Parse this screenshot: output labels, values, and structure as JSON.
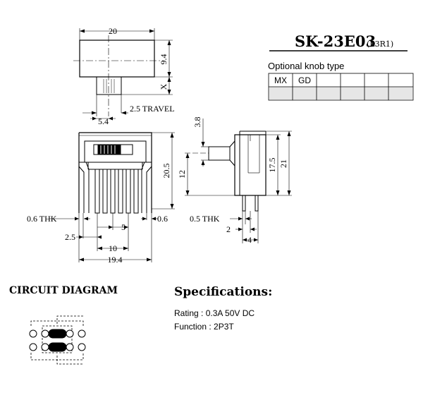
{
  "part": {
    "model": "SK-23E03",
    "variant": "(L3R1)"
  },
  "knob_table": {
    "title": "Optional knob type",
    "headers": [
      "MX",
      "GD",
      "",
      "",
      "",
      ""
    ],
    "row": [
      "",
      "",
      "",
      "",
      "",
      ""
    ]
  },
  "top_view": {
    "width": "20",
    "height": "9.4",
    "x_label": "X",
    "pitch": "5.4",
    "travel": "2.5 TRAVEL"
  },
  "front_view": {
    "height": "20.5",
    "thk_left": "0.6 THK",
    "thk_right": "0.6",
    "offset": "2.5",
    "pitch": "5",
    "span": "10",
    "overall": "19.4"
  },
  "side_view": {
    "knob": "3.8",
    "h12": "12",
    "h17_5": "17.5",
    "h21": "21",
    "thk": "0.5 THK",
    "pin_gap": "2",
    "pin_span": "4"
  },
  "circuit": {
    "title": "CIRCUIT DIAGRAM"
  },
  "specs": {
    "title": "Specifications:",
    "rating": "Rating : 0.3A 50V DC",
    "function": "Function : 2P3T"
  }
}
